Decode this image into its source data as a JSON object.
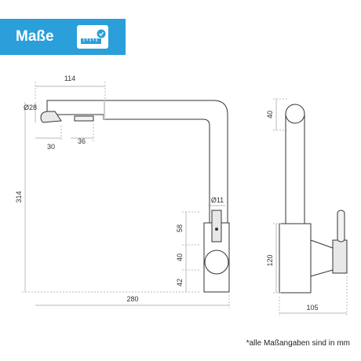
{
  "banner": {
    "title": "Maße",
    "icon": "ruler-check-icon",
    "color": "#2a9fd9"
  },
  "dimensions": {
    "width_top": "114",
    "spout_diameter": "Ø28",
    "spout_offset": "30",
    "spout_head": "36",
    "total_height": "314",
    "base_diameter": "Ø11",
    "height_upper": "58",
    "height_middle": "40",
    "height_lower": "42",
    "reach": "280",
    "top_side": "40",
    "side_height": "120",
    "side_depth": "105"
  },
  "footnote": "*alle Maßangaben sind in mm"
}
